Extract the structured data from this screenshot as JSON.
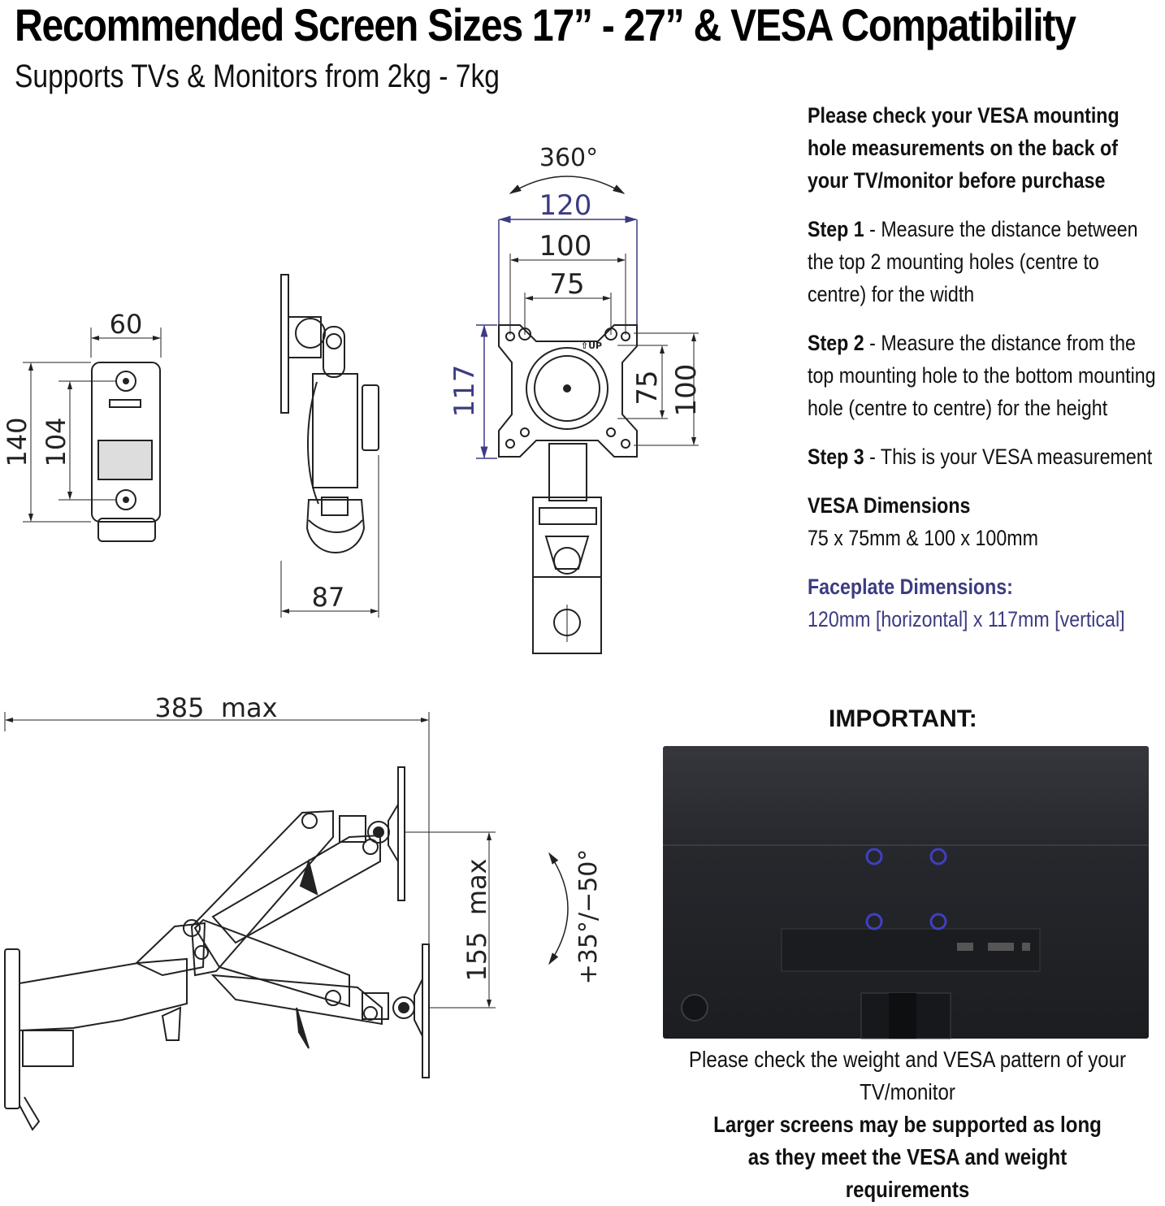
{
  "header": {
    "title": "Recommended Screen Sizes 17” - 27” & VESA Compatibility",
    "subtitle": "Supports TVs & Monitors from 2kg - 7kg"
  },
  "diagram": {
    "wall_plate": {
      "width": "60",
      "height": "140",
      "hole_spacing": "104"
    },
    "side_view": {
      "depth": "87"
    },
    "front_view": {
      "rotation": "360°",
      "plate_width": "120",
      "vesa_large_h": "100",
      "vesa_small_h": "75",
      "plate_height": "117",
      "vesa_small_v": "75",
      "vesa_large_v": "100",
      "up_marker": "⇧UP"
    },
    "arm_view": {
      "reach": "385  max",
      "height_range": "155  max",
      "tilt": "+35°/−50°"
    }
  },
  "instructions": {
    "intro": "Please check your VESA mounting hole measurements on the back of your TV/monitor before purchase",
    "step1_label": "Step 1",
    "step1_text": " - Measure the distance between the top 2 mounting holes (centre to centre) for the width",
    "step2_label": "Step 2",
    "step2_text": " - Measure the distance from the top mounting hole to the bottom mounting hole (centre to centre) for the height",
    "step3_label": "Step 3",
    "step3_text": " - This is your VESA measurement",
    "vesa_heading": "VESA Dimensions",
    "vesa_values": "75 x 75mm & 100 x 100mm",
    "faceplate_heading": "Faceplate Dimensions:",
    "faceplate_values": "120mm [horizontal] x 117mm [vertical]"
  },
  "important": {
    "heading": "IMPORTANT:",
    "line1": "Please check the weight and VESA pattern of your TV/monitor",
    "line2": "Larger screens may be supported as long as they meet the VESA and weight requirements"
  },
  "colors": {
    "accent": "#3c3c82",
    "hole_ring": "#4040c0",
    "monitor_back": "#2b2d33"
  }
}
